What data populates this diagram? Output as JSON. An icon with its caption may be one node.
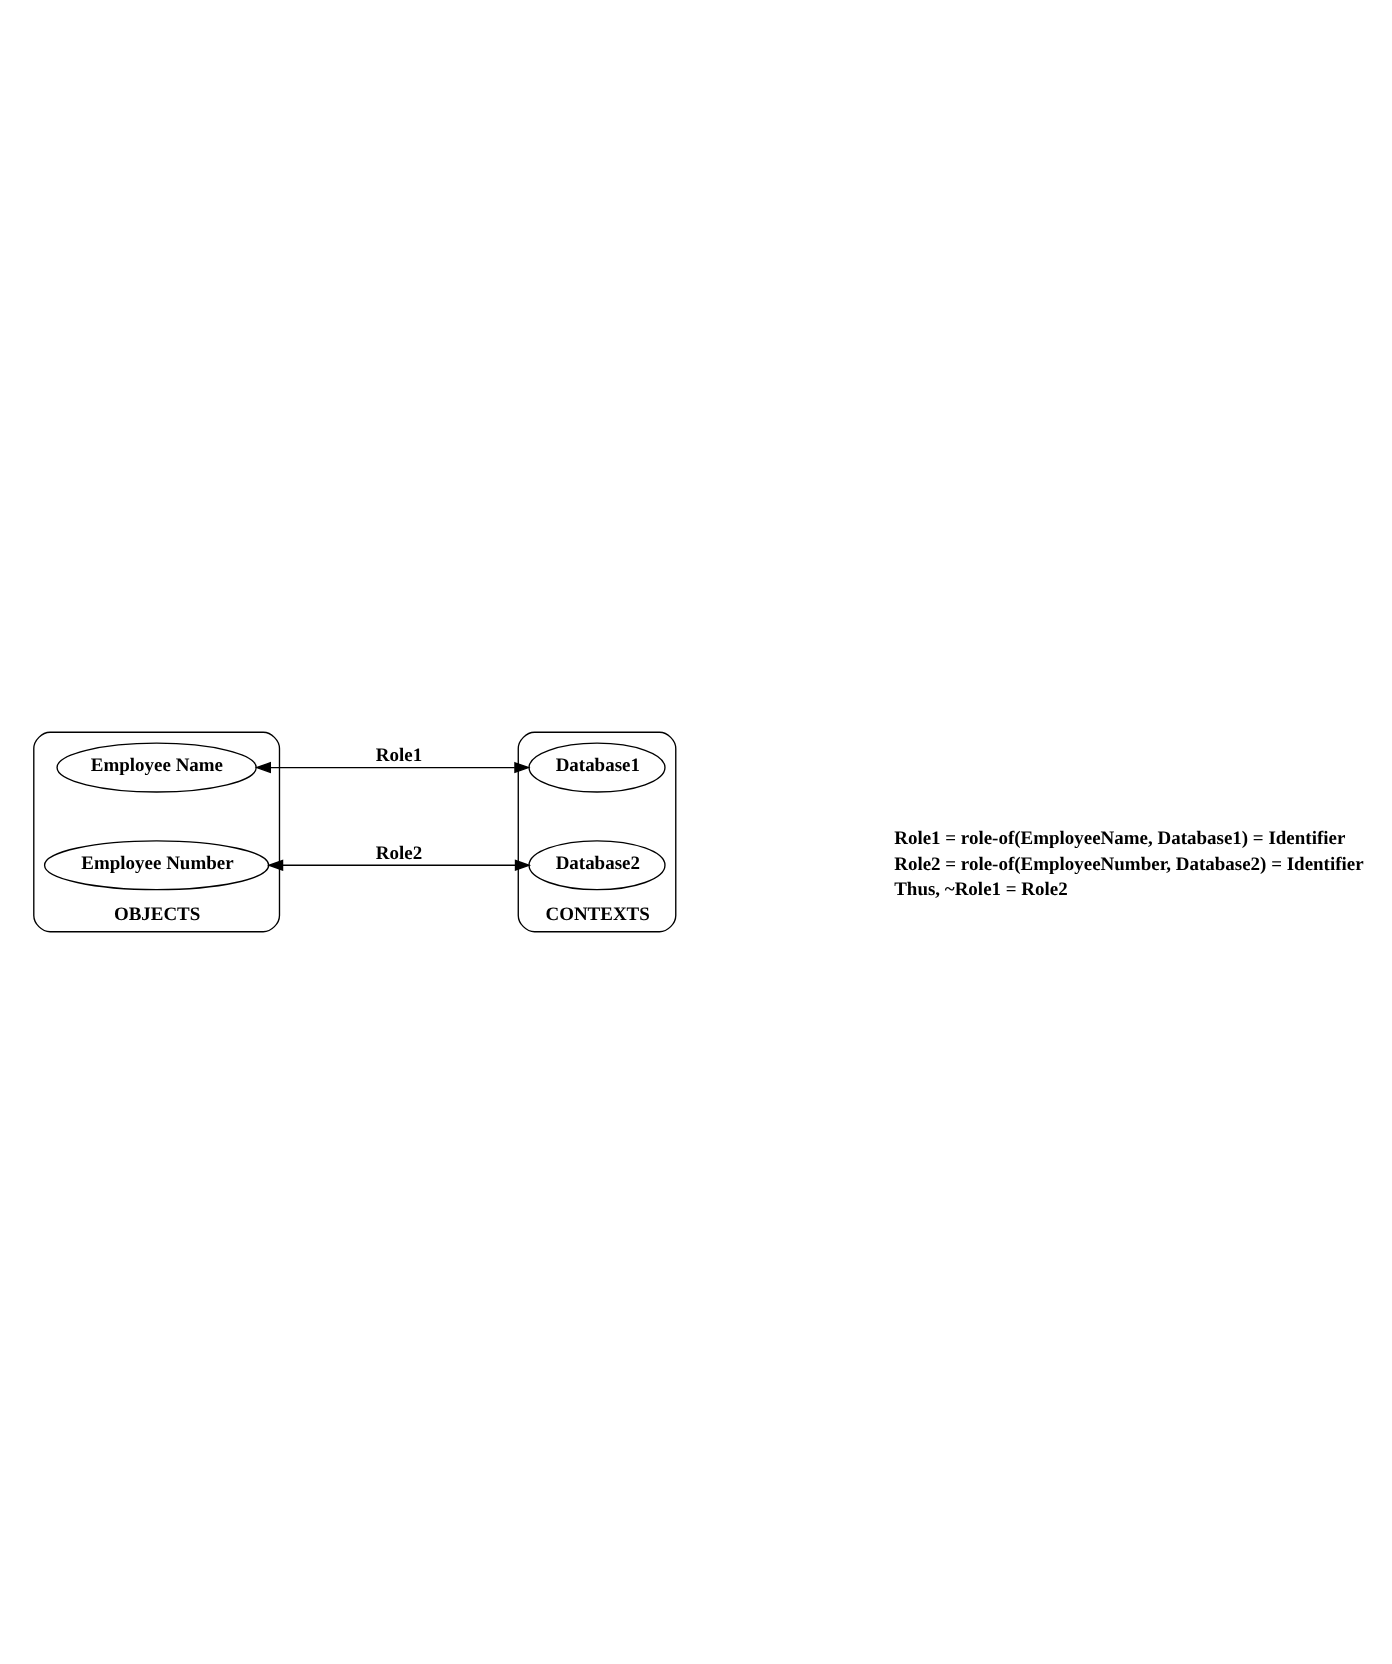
{
  "diagram": {
    "nodes": [
      {
        "text": [
          "OBJECTS"
        ]
      },
      {
        "text": [
          "Employee Name"
        ],
        "in": 0
      },
      {
        "text": [
          "Employee Number"
        ],
        "in": 0
      },
      {
        "text": [
          "CONTEXTS"
        ]
      },
      {
        "text": [
          "Database1"
        ],
        "in": 3
      },
      {
        "text": [
          "Database2"
        ],
        "in": 3
      }
    ],
    "edges": [
      {
        "from": 1,
        "to": 4,
        "arrow": "both",
        "label": "Role1"
      },
      {
        "from": 2,
        "to": 5,
        "arrow": "both",
        "label": "Role2"
      }
    ],
    "labels": [
      "Role1 = role-of(EmployeeName, Database1) = Identifier",
      "Role2 = role-of(EmployeeNumber, Database2) = Identifier",
      "Thus, ~Role1 = Role2"
    ]
  }
}
